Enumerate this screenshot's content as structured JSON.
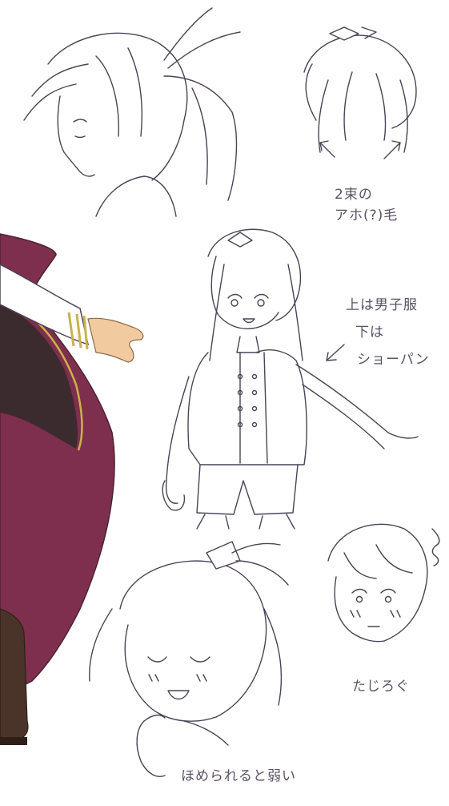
{
  "notes": {
    "antenna_line1": "2束の",
    "antenna_line2": "アホ(?)毛",
    "outfit_line1": "上は男子服",
    "outfit_line2": "下は",
    "outfit_line3": "ショーパン",
    "flustered": "たじろぐ",
    "praise_weak": "ほめられると弱い"
  },
  "colors": {
    "line": "#4a4356",
    "cape": "#7e2f4e",
    "cape_shadow": "#3b2a2e",
    "cape_trim": "#c9b24a",
    "skin": "#f1caa0",
    "boot": "#4a3328",
    "paper": "#ffffff"
  }
}
